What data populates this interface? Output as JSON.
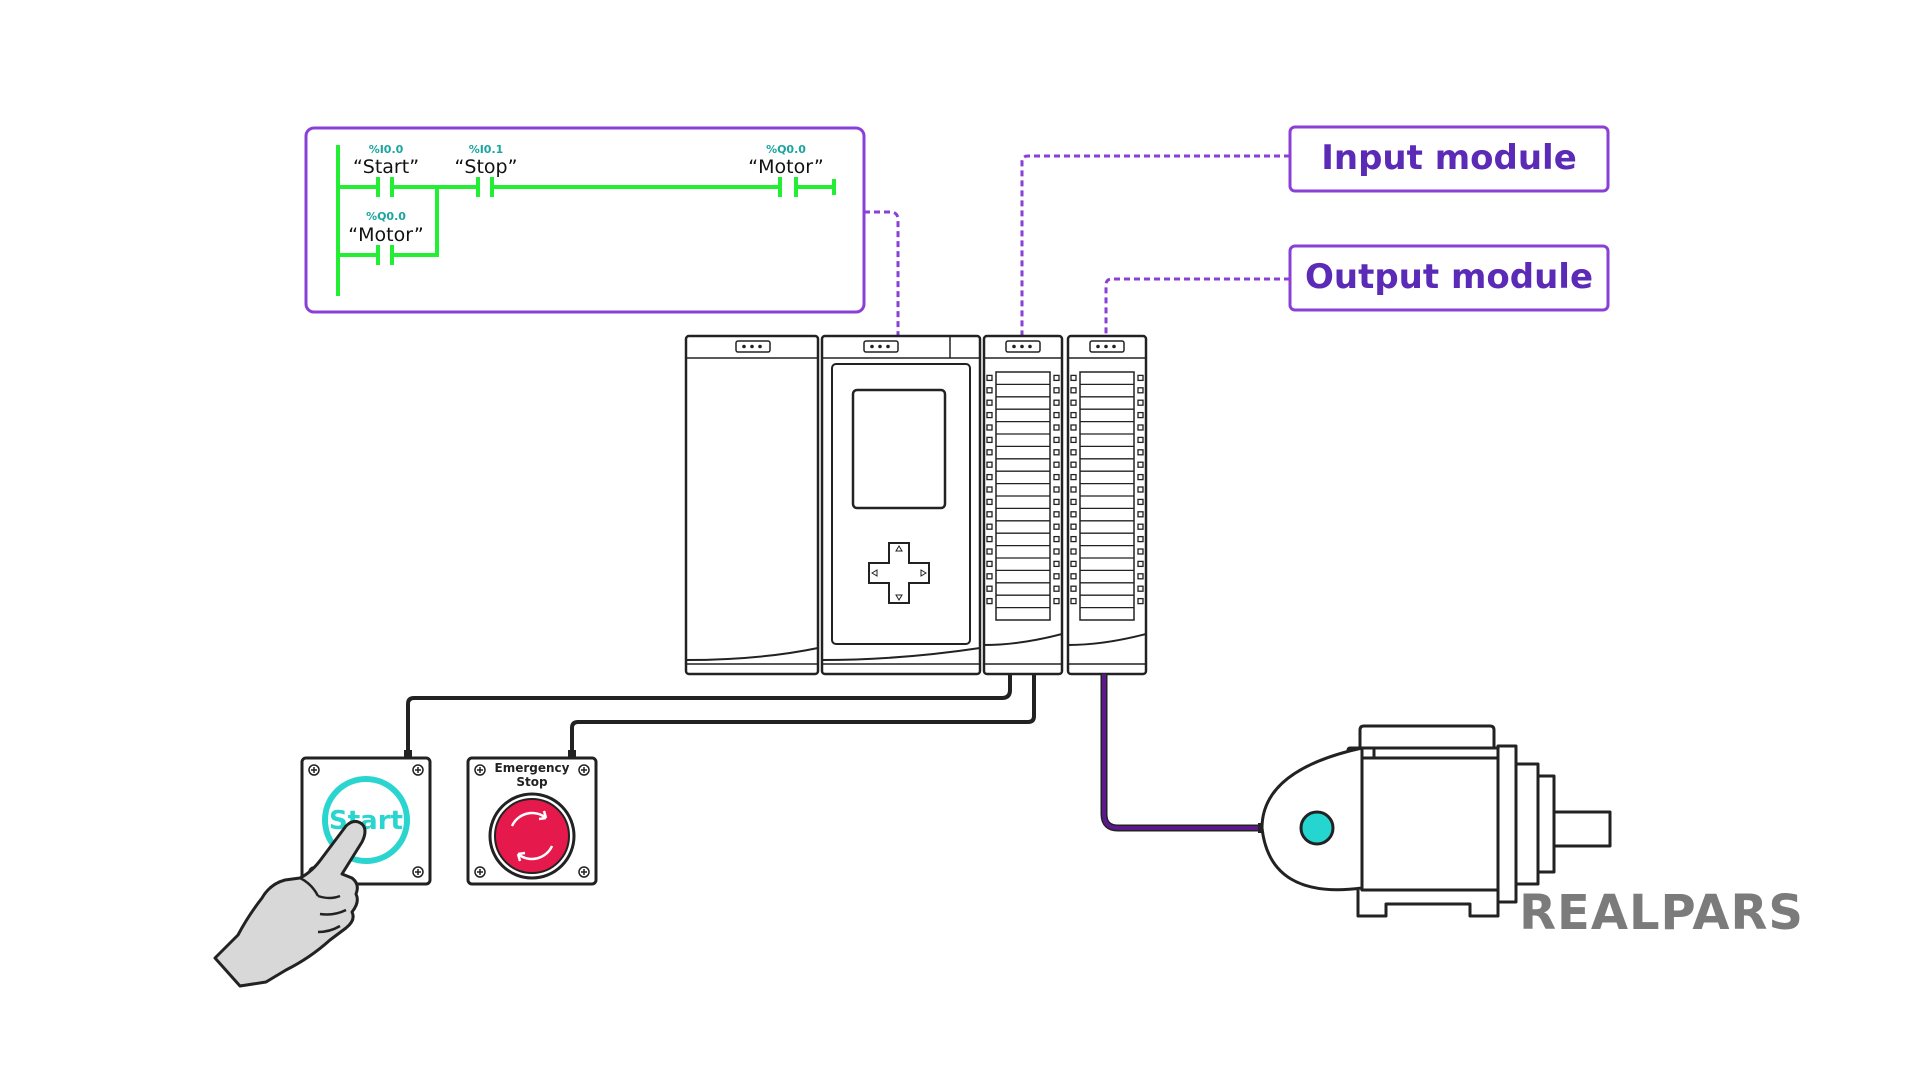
{
  "ladder": {
    "contact1": {
      "tag": "%I0.0",
      "name": "“Start”"
    },
    "contact2": {
      "tag": "%I0.1",
      "name": "“Stop”"
    },
    "coil": {
      "tag": "%Q0.0",
      "name": "“Motor”"
    },
    "latch": {
      "tag": "%Q0.0",
      "name": "“Motor”"
    }
  },
  "callouts": {
    "input_module": "Input module",
    "output_module": "Output module"
  },
  "start_button": {
    "label": "Start"
  },
  "estop": {
    "label_line1": "Emergency",
    "label_line2": "Stop"
  },
  "logo": {
    "text": "REALPARS"
  },
  "colors": {
    "ladder_green": "#22ee33",
    "callout_purple": "#8a3fd6",
    "start_cyan": "#2ad4cf",
    "estop_red": "#e5194b",
    "motor_cyan": "#25d6d0",
    "motor_cable": "#5a1a8c"
  },
  "icons": [
    "hand-pointer-icon",
    "emergency-stop-icon",
    "motor-icon",
    "plc-module-icon"
  ]
}
